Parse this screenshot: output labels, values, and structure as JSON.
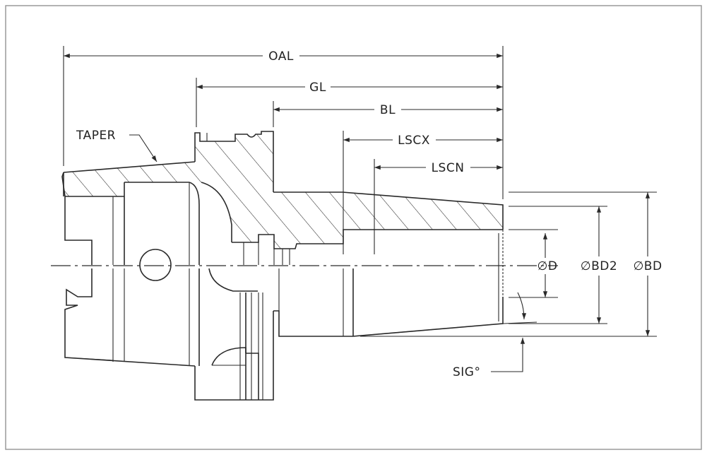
{
  "diagram": {
    "labels": {
      "oal": "OAL",
      "gl": "GL",
      "bl": "BL",
      "lscx": "LSCX",
      "lscn": "LSCN",
      "taper": "TAPER",
      "d": "∅D",
      "bd2": "∅BD2",
      "bd": "∅BD",
      "sig": "SIG°"
    },
    "colors": {
      "line": "#2a2a2a",
      "border": "#9a9a9a",
      "background": "#ffffff"
    }
  }
}
